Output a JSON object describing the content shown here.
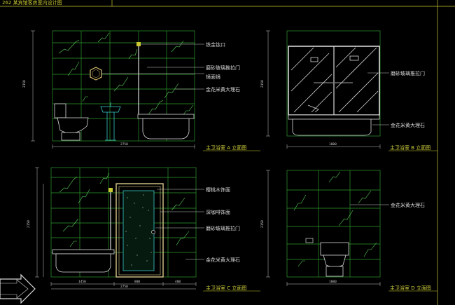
{
  "header": {
    "title": "262 某宾馆客房室内设计图"
  },
  "colors": {
    "background": "#000000",
    "wall": "#2e9a2e",
    "crack": "#5bd45b",
    "fixture": "#d8d8d8",
    "accent": "#3ac8c8",
    "door": "#d8c88a",
    "text": "#c8c832",
    "dimension": "#c8c8c8"
  },
  "elevations": [
    {
      "id": "A",
      "caption": "主卫浴室 A 立面图",
      "labels": [
        "铁金钛口",
        "磨砂玻璃推拉门",
        "镜面镜",
        "金花米黄大理石"
      ],
      "dims": {
        "width": "2750",
        "height": "2150"
      }
    },
    {
      "id": "B",
      "caption": "主卫浴室 B 立面图",
      "labels": [
        "磨砂玻璃推拉门",
        "金花米黄大理石"
      ],
      "dims": {
        "width": "1800",
        "height": "2150"
      }
    },
    {
      "id": "C",
      "caption": "主卫浴室 C 立面图",
      "labels": [
        "樱桃木饰面",
        "深咖啡饰面",
        "磨砂玻璃推拉门",
        "金花米黄大理石"
      ],
      "dims": {
        "width": "2750",
        "height": "2150",
        "sub": [
          "1450",
          "800",
          "400"
        ]
      }
    },
    {
      "id": "D",
      "caption": "主卫浴室 D 立面图",
      "labels": [
        "金花米黄大理石"
      ],
      "dims": {
        "width": "1800",
        "height": "2150"
      }
    }
  ],
  "icons": [
    "arrow-icon"
  ]
}
